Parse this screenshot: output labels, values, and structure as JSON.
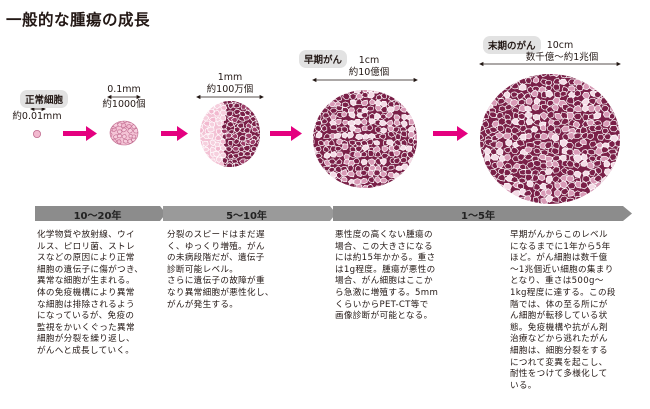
{
  "title": "一般的な腫瘍の成長",
  "stages": [
    {
      "tag": "正常細胞",
      "size": "約0.01mm",
      "count": ""
    },
    {
      "tag": "",
      "size": "0.1mm",
      "count": "約1000個"
    },
    {
      "tag": "",
      "size": "1mm",
      "count": "約100万個"
    },
    {
      "tag": "早期がん",
      "size": "1cm",
      "count": "約10億個"
    },
    {
      "tag": "末期のがん",
      "size": "10cm",
      "count": "数千億〜約1兆個"
    }
  ],
  "timeline": [
    "10〜20年",
    "5〜10年",
    "1〜5年"
  ],
  "descriptions": [
    [
      "化学物質や放射線、ウイ",
      "ルス、ピロリ菌、ストレ",
      "スなどの原因により正常",
      "細胞の遺伝子に傷がつき、",
      "異常な細胞が生まれる。",
      "体の免疫機構により異常",
      "な細胞は排除されるよう",
      "になっているが、免疫の",
      "監視をかいくぐった異常",
      "細胞が分裂を繰り返し、",
      "がんへと成長していく。"
    ],
    [
      "分裂のスピードはまだ遅",
      "く、ゆっくり増殖。がん",
      "の未病段階だが、遺伝子",
      "診断可能レベル。",
      "さらに遺伝子の故障が重",
      "なり異常細胞が悪性化し、",
      "がんが発生する。"
    ],
    [
      "悪性度の高くない腫瘍の",
      "場合、この大きさになる",
      "には約15年かかる。重さ",
      "は1g程度。腫瘍が悪性の",
      "場合、がん細胞はここか",
      "ら急激に増殖する。5mm",
      "くらいからPET-CT等で",
      "画像診断が可能となる。"
    ],
    [
      "早期がんからこのレベル",
      "になるまでに1年から5年",
      "ほど。がん細胞は数千億",
      "〜1兆個近い細胞の集まり",
      "となり、重さは500g〜",
      "1kg程度に達する。この段",
      "階では、体の至る所にが",
      "ん細胞が転移している状",
      "態。免疫機構や抗がん剤",
      "治療などから逃れたがん",
      "細胞は、細胞分裂をする",
      "につれて変異を起こし、",
      "耐性をつけて多様化して",
      "いる。"
    ]
  ],
  "colors": {
    "arrow": "#e4007f",
    "band": "#8c8c8c",
    "tag_bg": "#e2e2e2",
    "normal_cell": "#f2b9cf",
    "cancer_dark": "#7a2048",
    "cancer_light": "#d89ab6",
    "cell_outline": "#ffffff"
  }
}
